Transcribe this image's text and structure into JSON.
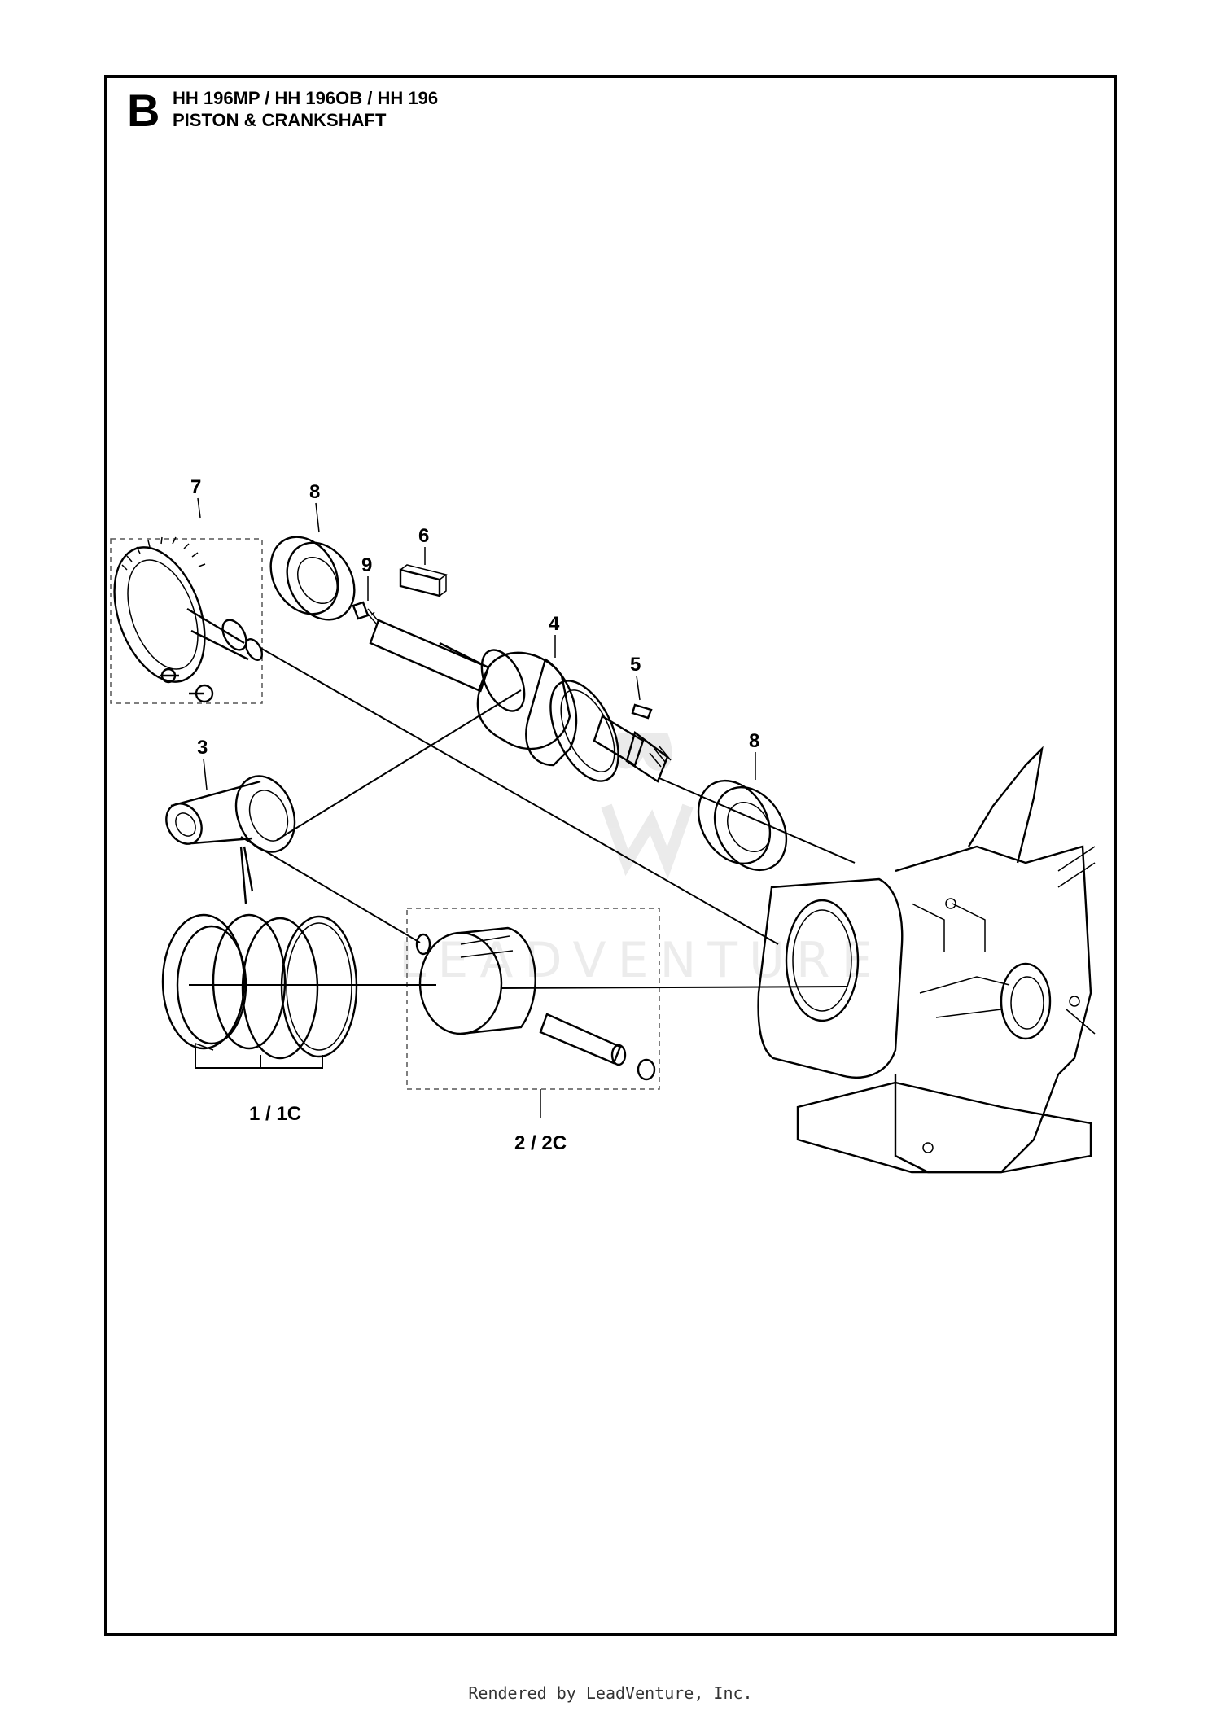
{
  "header": {
    "section_letter": "B",
    "models": "HH 196MP / HH 196OB / HH 196",
    "subtitle": "PISTON & CRANKSHAFT"
  },
  "callouts": {
    "part_7": "7",
    "part_8_top": "8",
    "part_6": "6",
    "part_9": "9",
    "part_4": "4",
    "part_5": "5",
    "part_8_right": "8",
    "part_3": "3",
    "part_1_1c": "1 / 1C",
    "part_2_2c": "2 / 2C"
  },
  "watermark": "LEADVENTURE",
  "footer": "Rendered by LeadVenture, Inc.",
  "colors": {
    "line": "#000000",
    "background": "#ffffff"
  }
}
